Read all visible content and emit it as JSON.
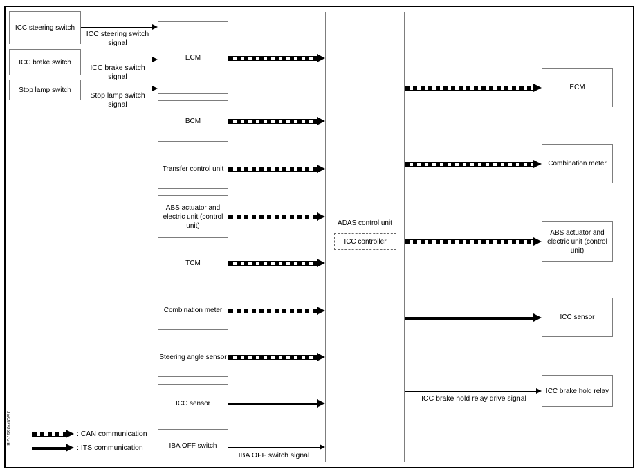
{
  "figure_code": "JSOIA0557GB",
  "hub": {
    "title": "ADAS control unit",
    "subunit": "ICC controller"
  },
  "left_inputs": [
    {
      "label": "ICC steering switch",
      "signal": "ICC steering switch signal"
    },
    {
      "label": "ICC brake switch",
      "signal": "ICC brake switch signal"
    },
    {
      "label": "Stop lamp switch",
      "signal": "Stop lamp switch signal"
    }
  ],
  "can_inputs": [
    "ECM",
    "BCM",
    "Transfer control unit",
    "ABS actuator and electric unit (control unit)",
    "TCM",
    "Combination meter",
    "Steering angle sensor"
  ],
  "its_input": "ICC sensor",
  "iba_input": {
    "label": "IBA OFF switch",
    "signal": "IBA OFF switch signal"
  },
  "can_outputs": [
    "ECM",
    "Combination meter",
    "ABS actuator and electric unit (control unit)"
  ],
  "its_output": "ICC sensor",
  "relay_output": {
    "label": "ICC brake hold relay",
    "signal": "ICC brake hold relay drive signal"
  },
  "legend": [
    {
      "type": "can",
      "label": ": CAN communication"
    },
    {
      "type": "its",
      "label": ": ITS communication"
    }
  ]
}
